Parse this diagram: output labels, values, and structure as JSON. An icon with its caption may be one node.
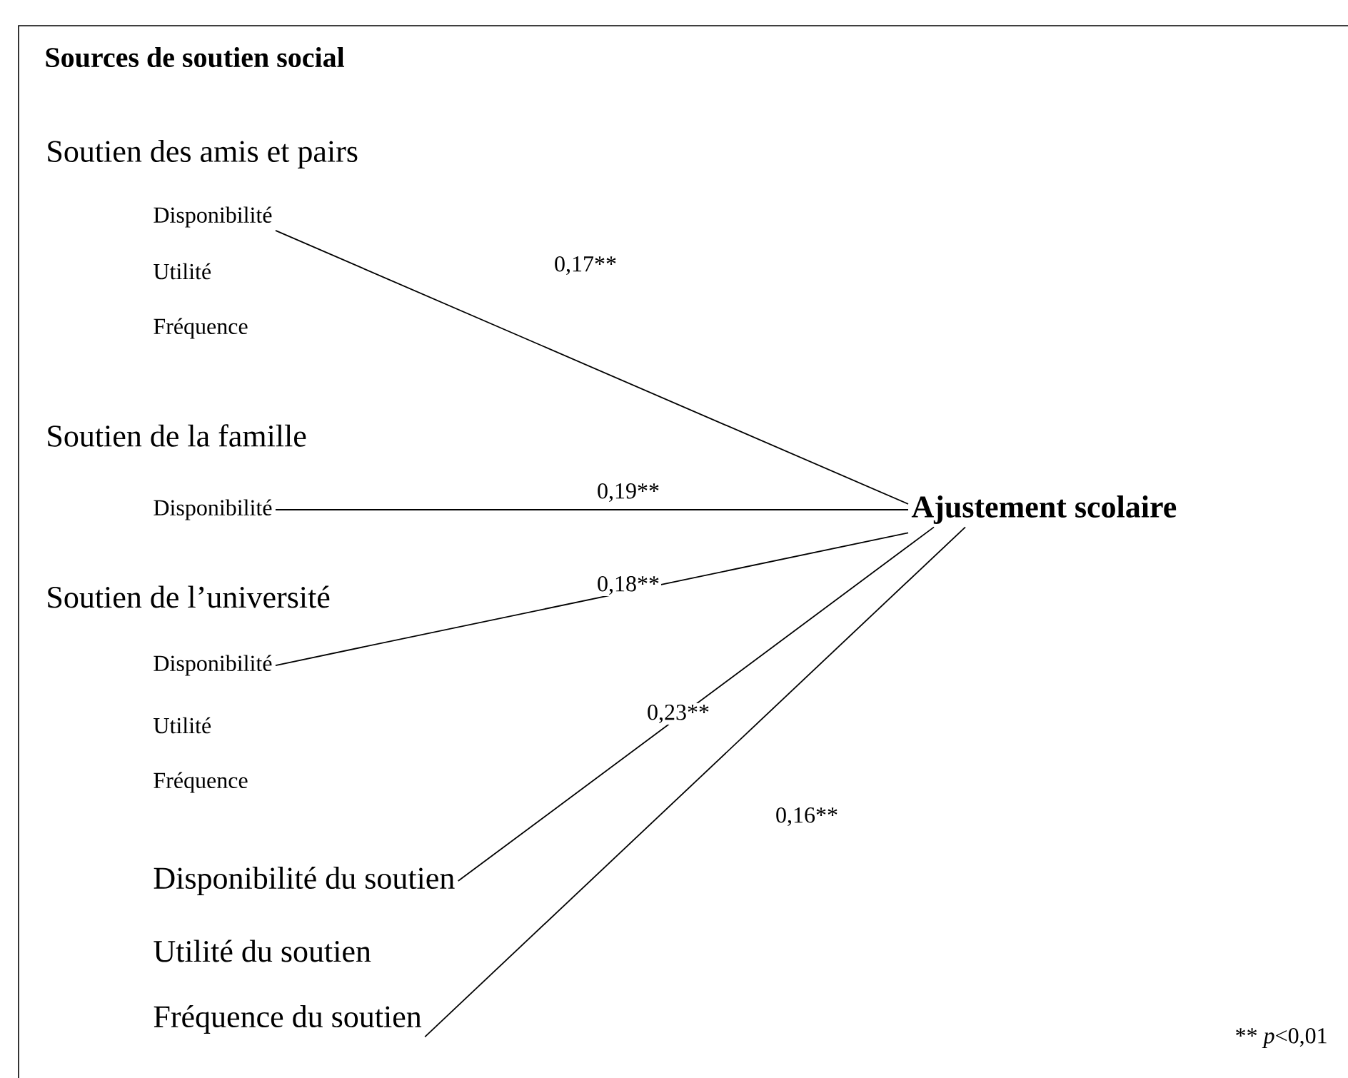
{
  "diagram": {
    "title": "Sources de soutien social",
    "nodes": [
      {
        "text": [
          "Disponibilité"
        ]
      },
      {
        "text": [
          "Disponibilité"
        ]
      },
      {
        "text": [
          "Disponibilité"
        ]
      },
      {
        "text": [
          "Disponibilité du soutien"
        ]
      },
      {
        "text": [
          "Fréquence du soutien"
        ]
      },
      {
        "text": [
          "Ajustement scolaire"
        ]
      }
    ],
    "edges": [
      {
        "from": 0,
        "to": 5,
        "arrow": "none",
        "label": "0,17**"
      },
      {
        "from": 1,
        "to": 5,
        "arrow": "none",
        "label": "0,19**"
      },
      {
        "from": 2,
        "to": 5,
        "arrow": "none",
        "label": "0,18**"
      },
      {
        "from": 3,
        "to": 5,
        "arrow": "none",
        "label": "0,23**"
      },
      {
        "from": 4,
        "to": 5,
        "arrow": "none",
        "label": "0,16**"
      }
    ],
    "labels": [
      "Soutien des amis et pairs",
      "Utilité",
      "Fréquence",
      "Soutien de la famille",
      "Soutien de l’université",
      "Utilité",
      "Fréquence",
      "Utilité du soutien",
      "** *p*<0,01"
    ]
  }
}
